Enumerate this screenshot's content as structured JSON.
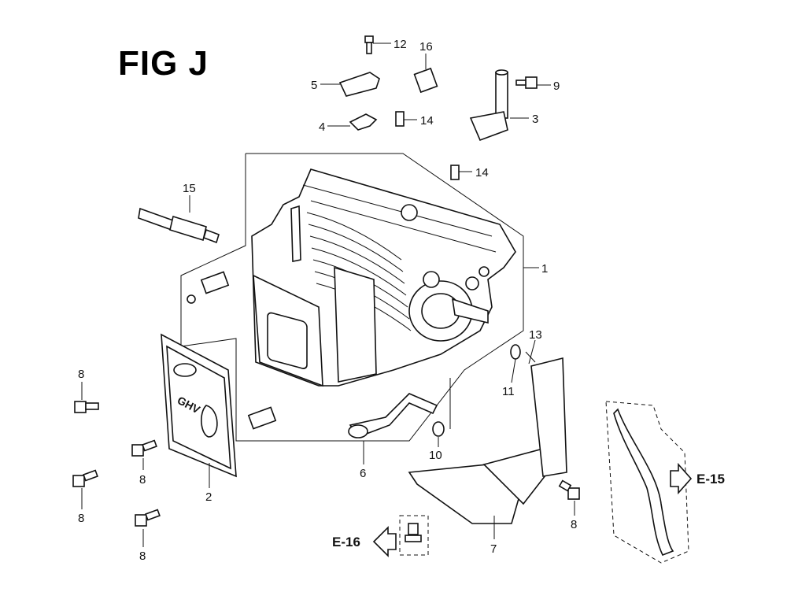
{
  "title": "FIG J",
  "callouts": {
    "p1": "1",
    "p2": "2",
    "p3": "3",
    "p4": "4",
    "p5": "5",
    "p6": "6",
    "p7": "7",
    "p8a": "8",
    "p8b": "8",
    "p8c": "8",
    "p8d": "8",
    "p8e": "8",
    "p9": "9",
    "p10": "10",
    "p11": "11",
    "p12": "12",
    "p13": "13",
    "p14a": "14",
    "p14b": "14",
    "p15": "15",
    "p16": "16"
  },
  "refs": {
    "e15": "E-15",
    "e16": "E-16"
  }
}
